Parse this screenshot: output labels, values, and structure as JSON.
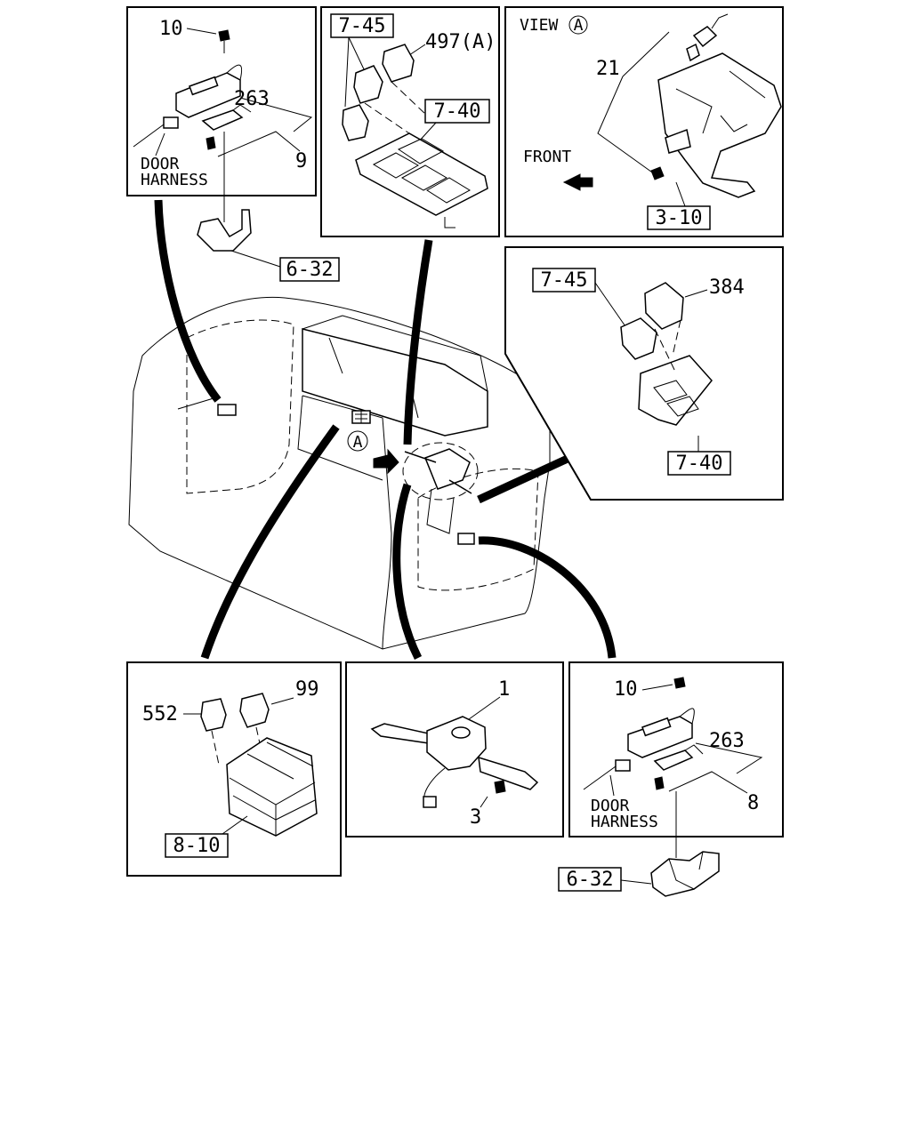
{
  "top_left": {
    "screw_num": "10",
    "switch_num": "263",
    "connector_num": "9",
    "door_harness_line1": "DOOR",
    "door_harness_line2": "HARNESS",
    "bracket_ref": "6-32"
  },
  "top_middle": {
    "relay_ref": "7-45",
    "relay_num": "497(A)",
    "block_ref": "7-40"
  },
  "top_right": {
    "view_text": "VIEW",
    "view_letter": "A",
    "bracket_num": "21",
    "front_text": "FRONT",
    "pedal_ref": "3-10"
  },
  "middle_right": {
    "relay_ref": "7-45",
    "relay_num": "384",
    "block_ref": "7-40"
  },
  "center": {
    "view_marker": "A"
  },
  "bottom_left": {
    "relay_num_a": "552",
    "relay_num_b": "99",
    "box_ref": "8-10"
  },
  "bottom_middle": {
    "switch_num": "1",
    "screw_num": "3"
  },
  "bottom_right": {
    "screw_num": "10",
    "switch_num": "263",
    "connector_num": "8",
    "door_harness_line1": "DOOR",
    "door_harness_line2": "HARNESS",
    "bracket_ref": "6-32"
  }
}
